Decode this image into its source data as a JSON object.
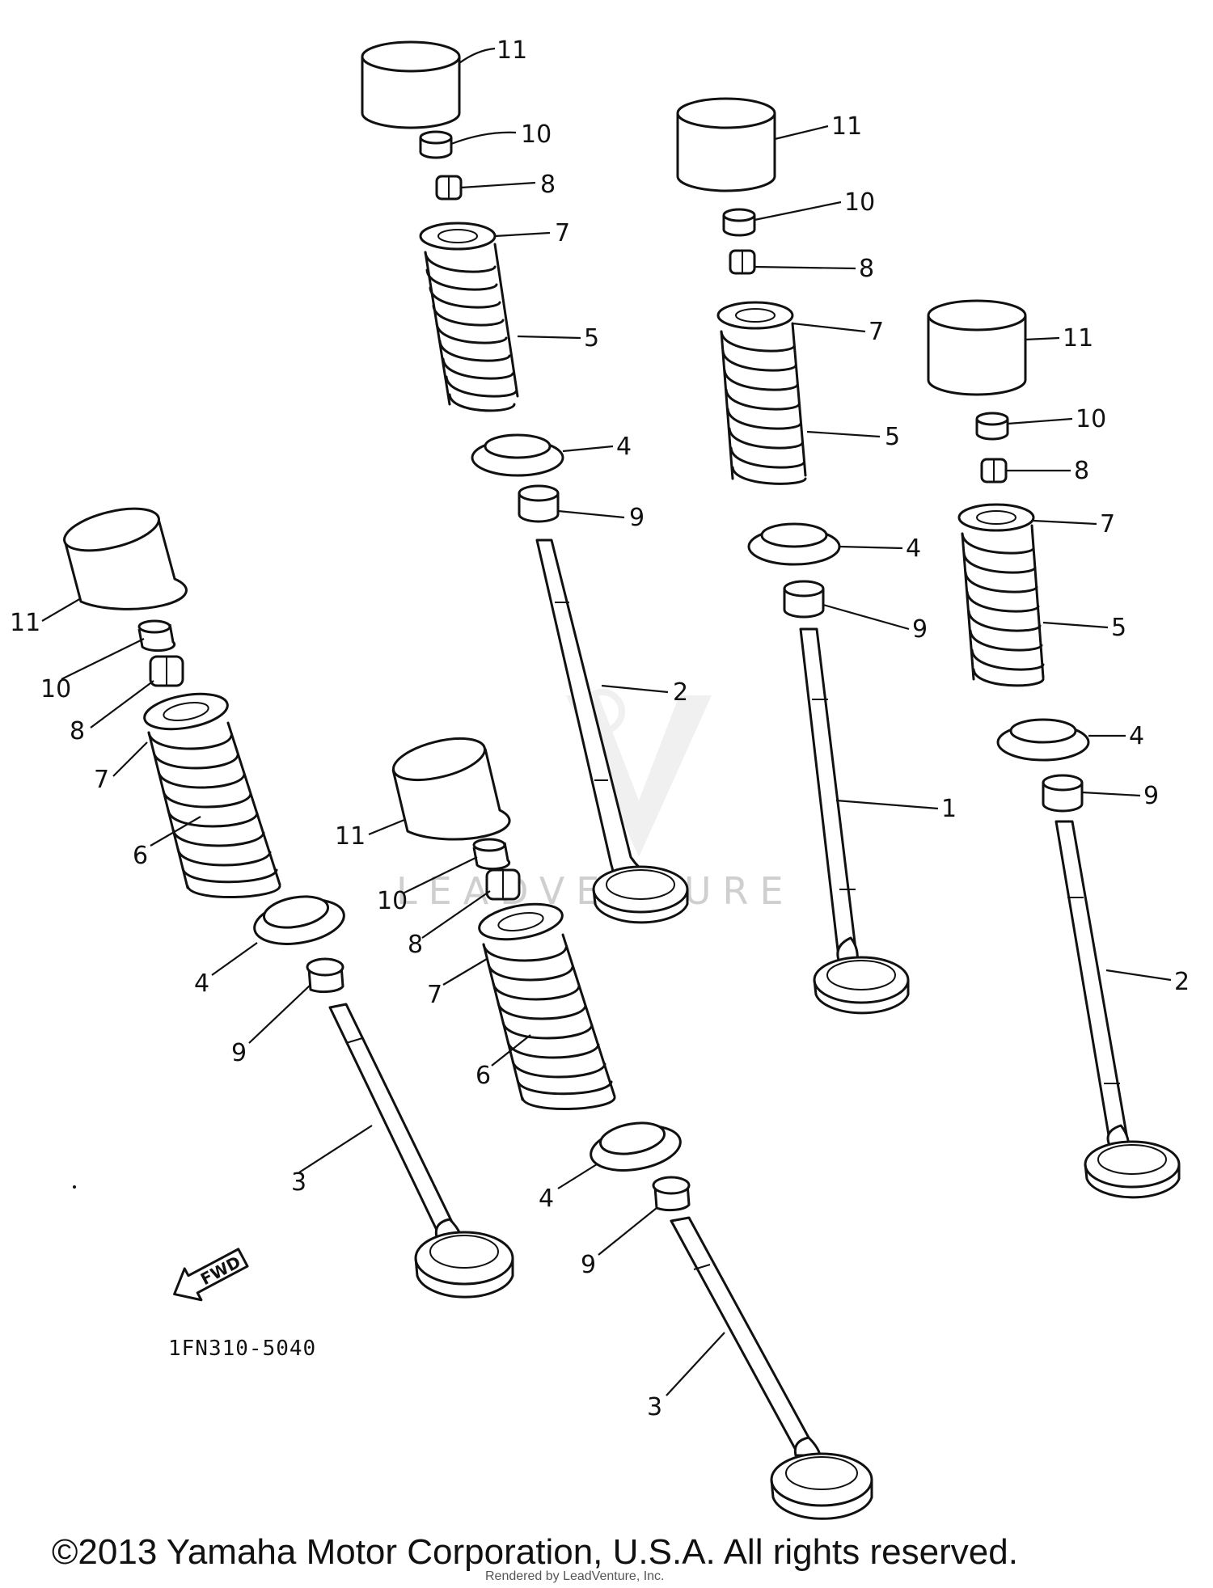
{
  "diagram": {
    "part_numbers": {
      "p1": "1",
      "p2": "2",
      "p3": "3",
      "p4": "4",
      "p5": "5",
      "p6": "6",
      "p7": "7",
      "p8": "8",
      "p9": "9",
      "p10": "10",
      "p11": "11"
    },
    "reference_code": "1FN310-5040",
    "fwd_label": "FWD",
    "watermark": "LEADVENTURE",
    "rendered_by": "Rendered by LeadVenture, Inc.",
    "copyright": "©2013 Yamaha Motor Corporation, U.S.A. All rights reserved."
  }
}
